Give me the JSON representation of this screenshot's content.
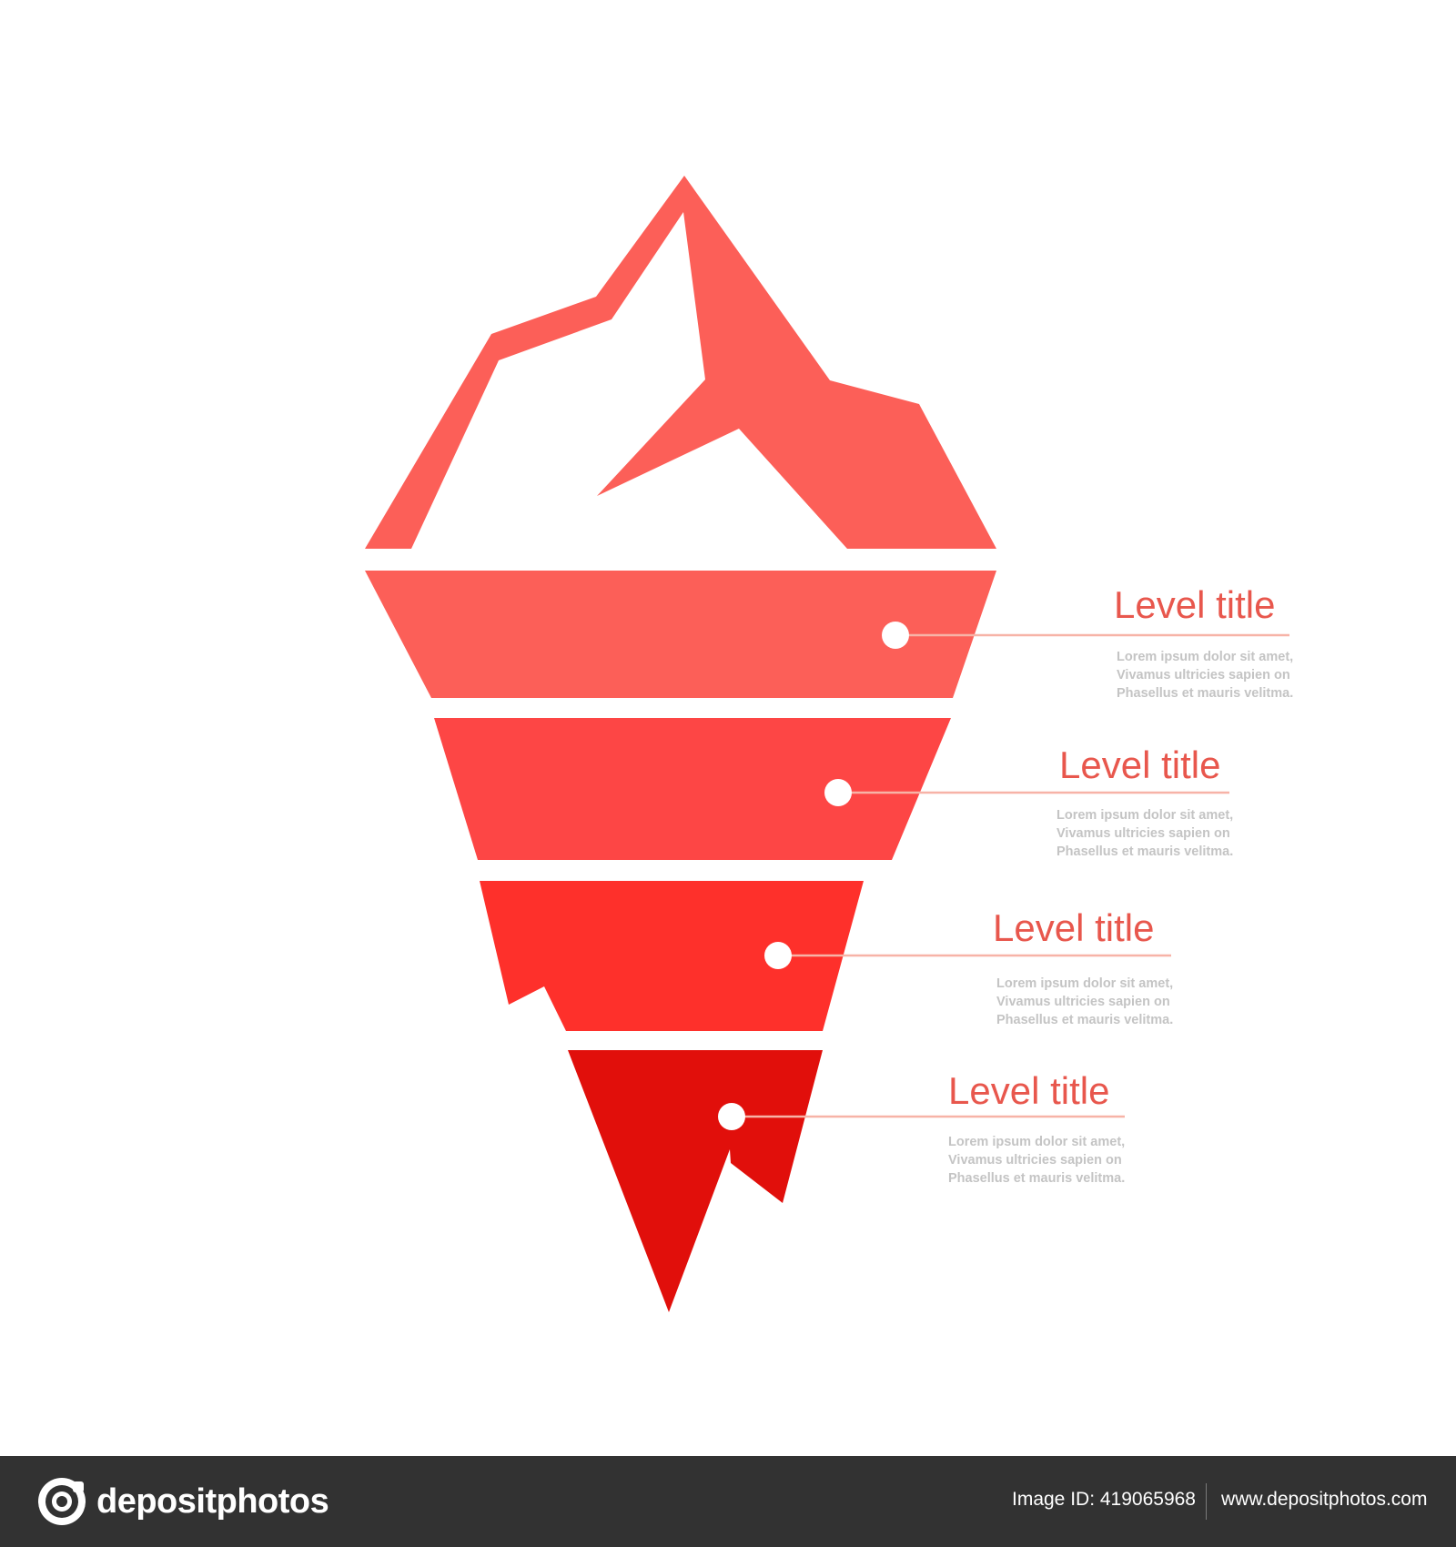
{
  "colors": {
    "background": "#ffffff",
    "tip": "#fc5f58",
    "layer_1": "#fc5f58",
    "layer_2": "#fd4645",
    "layer_3": "#fe302b",
    "layer_4": "#e10f0b",
    "connector": "#f7b3a7",
    "title_text": "#e8574d",
    "description_text": "#c4c4c4",
    "footer_background": "#323232",
    "footer_text": "#ffffff"
  },
  "levels": [
    {
      "title": "Level title",
      "description": [
        "Lorem ipsum dolor sit amet,",
        "Vivamus ultricies sapien on",
        "Phasellus et mauris velitma."
      ]
    },
    {
      "title": "Level title",
      "description": [
        "Lorem ipsum dolor sit amet,",
        "Vivamus ultricies sapien on",
        "Phasellus et mauris velitma."
      ]
    },
    {
      "title": "Level title",
      "description": [
        "Lorem ipsum dolor sit amet,",
        "Vivamus ultricies sapien on",
        "Phasellus et mauris velitma."
      ]
    },
    {
      "title": "Level title",
      "description": [
        "Lorem ipsum dolor sit amet,",
        "Vivamus ultricies sapien on",
        "Phasellus et mauris velitma."
      ]
    }
  ],
  "footer": {
    "brand_name": "depositphotos",
    "image_id": "Image ID: 419065968",
    "site_url": "www.depositphotos.com",
    "logo_icon": "depositphotos-logo-icon"
  }
}
